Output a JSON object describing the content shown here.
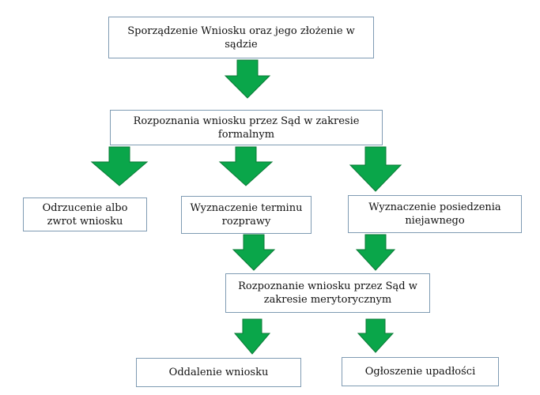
{
  "colors": {
    "arrow_fill": "#0aa64a",
    "arrow_stroke": "#0a7a36",
    "box_border": "#7f9bb3"
  },
  "nodes": {
    "step1": "Sporządzenie Wniosku oraz jego złożenie w sądzie",
    "step2": "Rozpoznania wniosku przez Sąd w zakresie formalnym",
    "reject": "Odrzucenie albo zwrot wniosku",
    "hearing": "Wyznaczenie terminu rozprawy",
    "closed_session": "Wyznaczenie posiedzenia niejawnego",
    "merits": "Rozpoznanie wniosku przez Sąd w zakresie merytorycznym",
    "dismissal": "Oddalenie wniosku",
    "bankruptcy": "Ogłoszenie upadłości"
  }
}
